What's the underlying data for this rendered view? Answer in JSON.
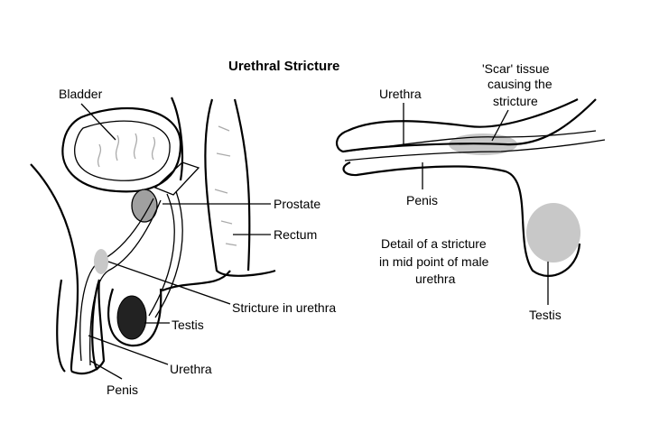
{
  "title": "Urethral Stricture",
  "left_diagram": {
    "labels": {
      "bladder": "Bladder",
      "prostate": "Prostate",
      "rectum": "Rectum",
      "stricture": "Stricture in urethra",
      "testis": "Testis",
      "urethra": "Urethra",
      "penis": "Penis"
    }
  },
  "right_diagram": {
    "labels": {
      "urethra": "Urethra",
      "scar_line1": "'Scar' tissue",
      "scar_line2": "causing the",
      "scar_line3": "stricture",
      "penis": "Penis",
      "caption_line1": "Detail of a stricture",
      "caption_line2": "in mid point of male",
      "caption_line3": "urethra",
      "testis": "Testis"
    }
  },
  "colors": {
    "tissue_gray": "#c8c8c8",
    "prostate_gray": "#a0a0a0"
  }
}
